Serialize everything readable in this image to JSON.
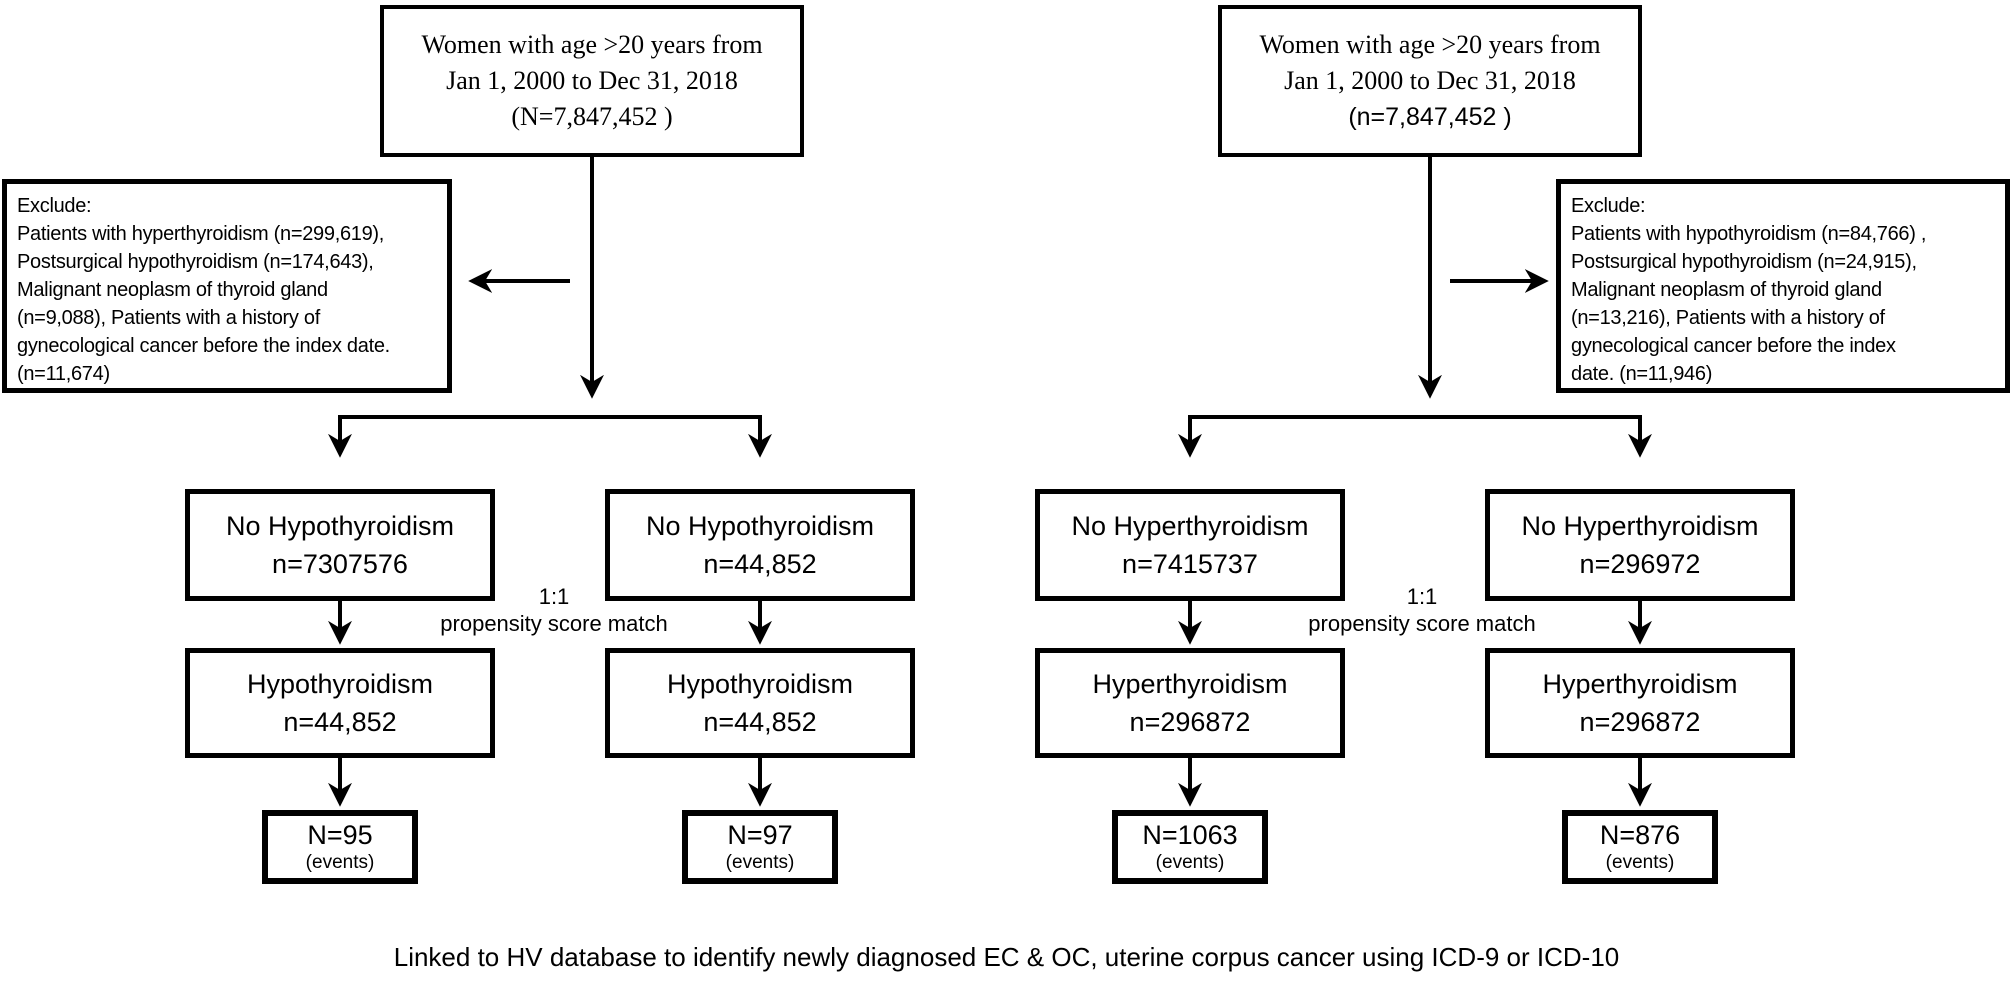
{
  "left_flow": {
    "source_box": {
      "line1": "Women with age >20 years from",
      "line2": "Jan 1, 2000 to Dec 31, 2018",
      "line3": "(N=7,847,452 )"
    },
    "exclude_box": {
      "line1": "Exclude:",
      "line2": "Patients with hyperthyroidism (n=299,619),",
      "line3": "Postsurgical hypothyroidism (n=174,643),",
      "line4": "Malignant neoplasm of thyroid gland",
      "line5": "(n=9,088), Patients with a history of",
      "line6": "gynecological cancer before the index date.",
      "line7": "(n=11,674)"
    },
    "match": {
      "ratio": "1:1",
      "method": "propensity score match"
    },
    "cohort_row": {
      "full": {
        "title": "No Hypothyroidism",
        "n": "n=7307576"
      },
      "matched": {
        "title": "No Hypothyroidism",
        "n": "n=44,852"
      }
    },
    "exposed_row": {
      "full": {
        "title": "Hypothyroidism",
        "n": "n=44,852"
      },
      "matched": {
        "title": "Hypothyroidism",
        "n": "n=44,852"
      }
    },
    "events_row": {
      "full": {
        "n": "N=95",
        "label": "(events)"
      },
      "matched": {
        "n": "N=97",
        "label": "(events)"
      }
    }
  },
  "right_flow": {
    "source_box": {
      "line1": "Women with age >20 years from",
      "line2": "Jan 1, 2000 to Dec 31, 2018",
      "line3": "(n=7,847,452 )"
    },
    "exclude_box": {
      "line1": "Exclude:",
      "line2": "Patients with hypothyroidism (n=84,766) ,",
      "line3": "Postsurgical hypothyroidism (n=24,915),",
      "line4": "Malignant neoplasm of thyroid gland",
      "line5": "(n=13,216), Patients with a history of",
      "line6": "gynecological cancer before the index",
      "line7": "date. (n=11,946)"
    },
    "match": {
      "ratio": "1:1",
      "method": "propensity score match"
    },
    "cohort_row": {
      "full": {
        "title": "No Hyperthyroidism",
        "n": "n=7415737"
      },
      "matched": {
        "title": "No Hyperthyroidism",
        "n": "n=296972"
      }
    },
    "exposed_row": {
      "full": {
        "title": "Hyperthyroidism",
        "n": "n=296872"
      },
      "matched": {
        "title": "Hyperthyroidism",
        "n": "n=296872"
      }
    },
    "events_row": {
      "full": {
        "n": "N=1063",
        "label": "(events)"
      },
      "matched": {
        "n": "N=876",
        "label": "(events)"
      }
    }
  },
  "footer": {
    "caption": "Linked to HV database to identify newly diagnosed EC & OC, uterine corpus cancer using ICD-9 or ICD-10"
  }
}
